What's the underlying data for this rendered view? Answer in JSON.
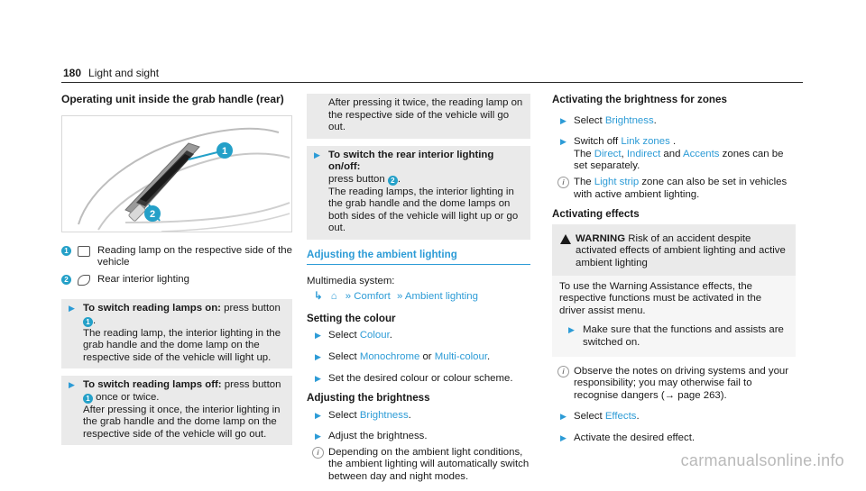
{
  "header": {
    "page_number": "180",
    "section": "Light and sight"
  },
  "col1": {
    "heading": "Operating unit inside the grab handle (rear)",
    "figure_markers": [
      "1",
      "2"
    ],
    "legend": [
      {
        "num": "1",
        "icon": "reading-lamp-icon",
        "text": "Reading lamp on the respective side of the vehicle"
      },
      {
        "num": "2",
        "icon": "interior-light-icon",
        "text": "Rear interior lighting"
      }
    ],
    "on": {
      "lead": "To switch reading lamps on:",
      "pre": " press button ",
      "num": "1",
      "post": ".",
      "body": "The reading lamp, the interior lighting in the grab handle and the dome lamp on the respective side of the vehicle will light up."
    },
    "off": {
      "lead": "To switch reading lamps off:",
      "pre": " press button ",
      "num": "1",
      "post": " once or twice.",
      "body": "After pressing it once, the interior lighting in the grab handle and the dome lamp on the respective side of the vehicle will go out."
    }
  },
  "col2": {
    "cont": "After pressing it twice, the reading lamp on the respective side of the vehicle will go out.",
    "rear": {
      "lead": "To switch the rear interior lighting on/off:",
      "pre": "press button ",
      "num": "2",
      "post": ".",
      "body": "The reading lamps, the interior lighting in the grab handle and the dome lamps on both sides of the vehicle will light up or go out."
    },
    "adjust_heading": "Adjusting the ambient lighting",
    "multimedia_label": "Multimedia system:",
    "path": {
      "home": "Home",
      "comfort": "Comfort",
      "ambient": "Ambient lighting"
    },
    "colour": {
      "heading": "Setting the colour",
      "s1_pre": "Select ",
      "s1_link": "Colour",
      "s1_post": ".",
      "s2_pre": "Select ",
      "s2_link1": "Monochrome",
      "s2_mid": " or ",
      "s2_link2": "Multi-colour",
      "s2_post": ".",
      "s3": "Set the desired colour or colour scheme."
    },
    "brightness": {
      "heading": "Adjusting the brightness",
      "s1_pre": "Select ",
      "s1_link": "Brightness",
      "s1_post": ".",
      "s2": "Adjust the brightness.",
      "note": "Depending on the ambient light conditions, the ambient lighting will automatically switch between day and night modes."
    }
  },
  "col3": {
    "zones_heading": "Activating the brightness for zones",
    "z1_pre": "Select ",
    "z1_link": "Brightness",
    "z1_post": ".",
    "z2_pre": "Switch off ",
    "z2_link": "Link zones",
    "z2_post": " .",
    "z2_line2_pre": "The ",
    "z2_direct": "Direct",
    "z2_comma": ", ",
    "z2_indirect": "Indirect",
    "z2_and": " and ",
    "z2_accents": "Accents",
    "z2_tail": " zones can be set separately.",
    "note1_pre": "The ",
    "note1_link": "Light strip",
    "note1_post": " zone can also be set in vehicles with active ambient lighting.",
    "effects_heading": "Activating effects",
    "warning": {
      "label": "WARNING",
      "text": " Risk of an accident despite activated effects of ambient lighting and active ambient lighting",
      "body": "To use the Warning Assistance effects, the respective functions must be activated in the driver assist menu.",
      "step": "Make sure that the functions and assists are switched on."
    },
    "note2": "Observe the notes on driving systems and your responsibility; you may otherwise fail to recognise dangers (→ page 263).",
    "e1_pre": "Select ",
    "e1_link": "Effects",
    "e1_post": ".",
    "e2": "Activate the desired effect."
  },
  "watermark": "carmanualsonline.info"
}
